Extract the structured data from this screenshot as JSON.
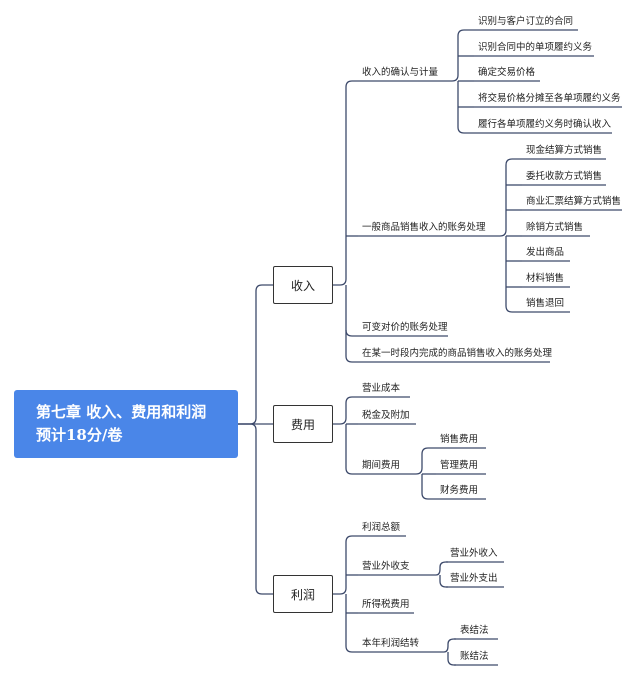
{
  "root": {
    "line1": "第七章  收入、费用和利润",
    "line2": "预计18分/卷"
  },
  "income": {
    "label": "收入",
    "recognition": {
      "label": "收入的确认与计量",
      "steps": [
        "识别与客户订立的合同",
        "识别合同中的单项履约义务",
        "确定交易价格",
        "将交易价格分摊至各单项履约义务",
        "履行各单项履约义务时确认收入"
      ]
    },
    "general_sales": {
      "label": "一般商品销售收入的账务处理",
      "items": [
        "现金结算方式销售",
        "委托收款方式销售",
        "商业汇票结算方式销售",
        "赊销方式销售",
        "发出商品",
        "材料销售",
        "销售退回"
      ]
    },
    "variable": "可变对价的账务处理",
    "over_time": "在某一时段内完成的商品销售收入的账务处理"
  },
  "expense": {
    "label": "费用",
    "cost": "营业成本",
    "tax": "税金及附加",
    "period": {
      "label": "期间费用",
      "items": [
        "销售费用",
        "管理费用",
        "财务费用"
      ]
    }
  },
  "profit": {
    "label": "利润",
    "total": "利润总额",
    "non_op": {
      "label": "营业外收支",
      "items": [
        "营业外收入",
        "营业外支出"
      ]
    },
    "income_tax": "所得税费用",
    "carry": {
      "label": "本年利润结转",
      "items": [
        "表结法",
        "账结法"
      ]
    }
  },
  "colors": {
    "root_bg": "#4a86e8",
    "line": "#3d4a6b"
  }
}
